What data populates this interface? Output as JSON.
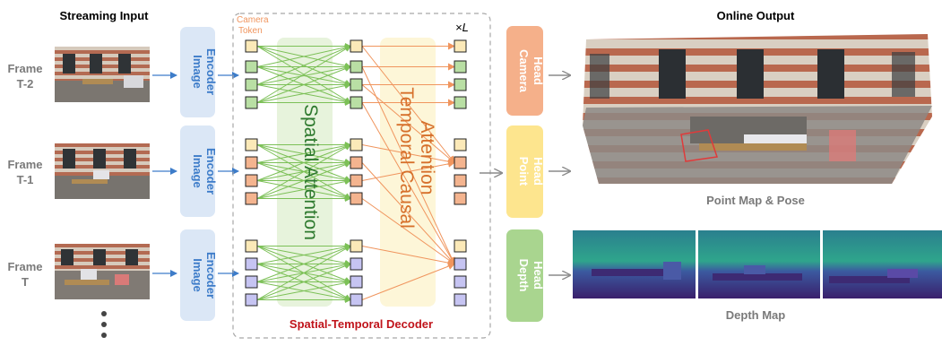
{
  "labels": {
    "streaming_input": "Streaming Input",
    "online_output": "Online Output",
    "frames": [
      {
        "line1": "Frame",
        "line2": "T-2"
      },
      {
        "line1": "Frame",
        "line2": "T-1"
      },
      {
        "line1": "Frame",
        "line2": "T"
      }
    ],
    "encoder_line1": "Image",
    "encoder_line2": "Encoder",
    "camera_token_line1": "Camera",
    "camera_token_line2": "Token",
    "times_l": "×L",
    "spatial_attention": "Spatial Attention",
    "temporal_line1": "Temporal Causal",
    "temporal_line2": "Attention",
    "decoder": "Spatial-Temporal Decoder",
    "camera_head_line1": "Camera",
    "camera_head_line2": "Head",
    "point_head_line1": "Point",
    "point_head_line2": "Head",
    "depth_head_line1": "Depth",
    "depth_head_line2": "Head",
    "point_map_pose": "Point Map & Pose",
    "depth_map": "Depth Map"
  },
  "colors": {
    "encoder_fill": "#dbe7f6",
    "encoder_text": "#3d7cc9",
    "camera_token_fill": "#fbe9b8",
    "token_green": "#b9dfa4",
    "token_orange": "#f4b48f",
    "token_purple": "#c6c4f2",
    "spatial_band": "#e7f3dc",
    "spatial_text": "#2f7a2f",
    "temporal_band": "#fdf6d8",
    "temporal_text": "#d6702b",
    "decoder_text": "#c0141b",
    "camera_head": "#f5b08a",
    "point_head": "#fde58e",
    "depth_head": "#a9d58f",
    "green_line": "#7cc057",
    "orange_line": "#f0955e",
    "blue_arrow": "#3d7cc9",
    "gray_text": "#7a7a7a"
  }
}
